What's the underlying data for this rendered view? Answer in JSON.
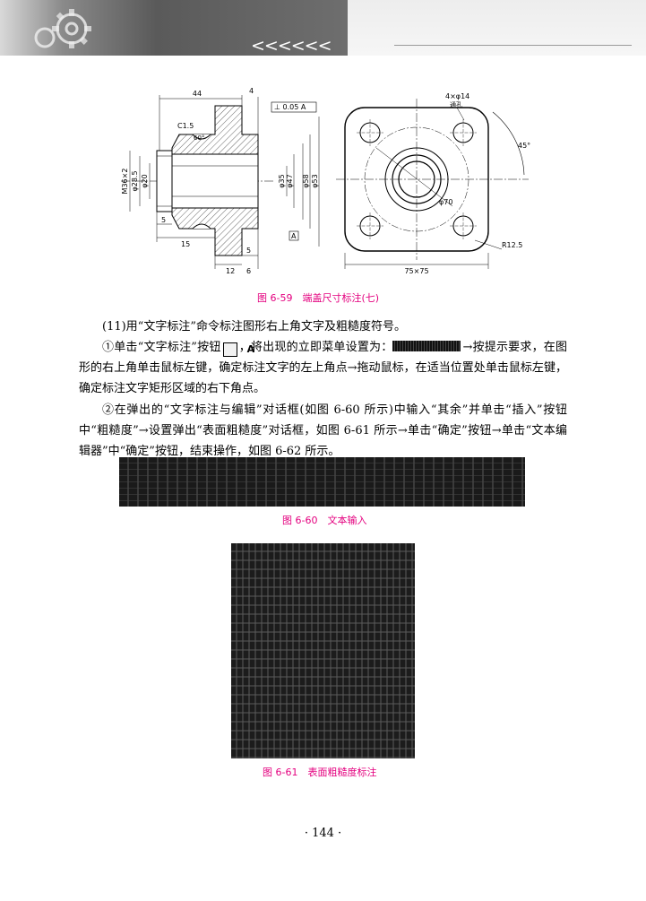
{
  "header": {
    "chevrons": "<<<<<<"
  },
  "figure59": {
    "dims": {
      "d1": "44",
      "d2": "4",
      "tol_frame": "⊥ 0.05 A",
      "c15": "C1.5",
      "angle60": "60°",
      "m36": "M36×2",
      "phi285": "φ28.5",
      "phi20": "φ20",
      "phi35": "φ35",
      "phi47": "φ47",
      "phi58": "φ58",
      "phi53": "φ53",
      "d5a": "5",
      "d15": "15",
      "d5b": "5",
      "d12": "12",
      "d6": "6",
      "datumA": "A",
      "holes": "4×φ14",
      "through": "通孔",
      "angle45": "45°",
      "phi70": "φ70",
      "r125": "R12.5",
      "size75": "75×75"
    },
    "caption": "图 6-59　端盖尺寸标注(七)"
  },
  "body": {
    "p1": "(11)用“文字标注”命令标注图形右上角文字及粗糙度符号。",
    "p2a": "①单击“文字标注”按钮",
    "btn_glyph": "A",
    "p2b": "，将出现的立即菜单设置为：",
    "p2c": "→按提示要求，在图形的右上角单击鼠标左键，确定标注文字的左上角点→拖动鼠标，在适当位置处单击鼠标左键，确定标注文字矩形区域的右下角点。",
    "p3": "②在弹出的“文字标注与编辑”对话框(如图 6-60 所示)中输入“其余”并单击“插入”按钮中“粗糙度”→设置弹出“表面粗糙度”对话框，如图 6-61 所示→单击“确定”按钮→单击“文本编辑器”中“确定”按钮，结束操作，如图 6-62 所示。"
  },
  "figure60": {
    "caption": "图 6-60　文本输入"
  },
  "figure61": {
    "caption": "图 6-61　表面粗糙度标注"
  },
  "page_number": "· 144 ·",
  "colors": {
    "caption": "#e4007f"
  }
}
